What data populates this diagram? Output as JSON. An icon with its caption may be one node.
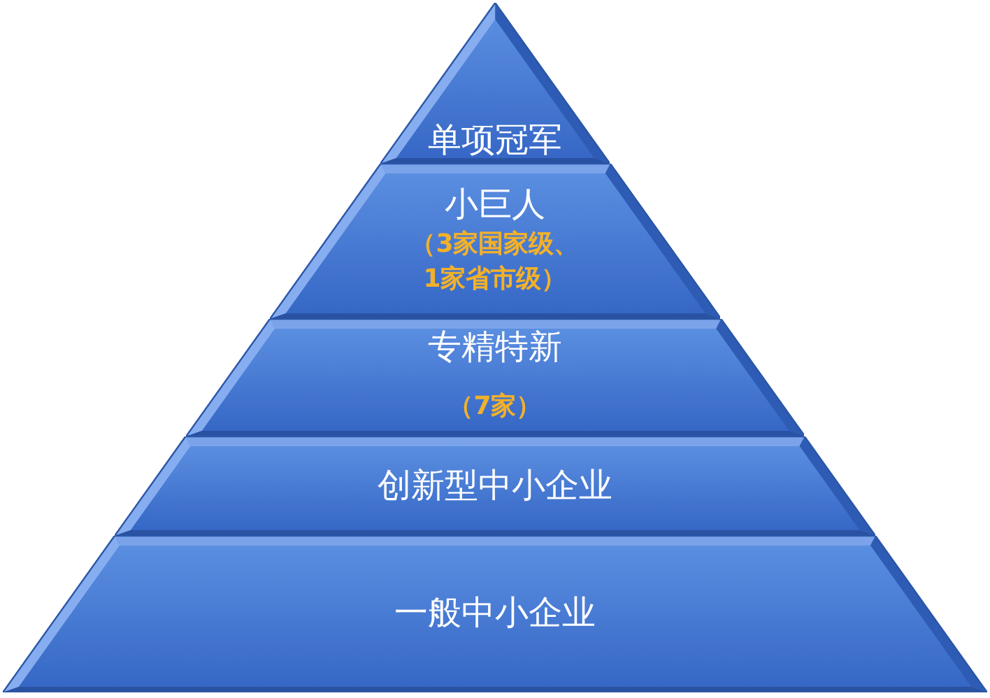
{
  "diagram": {
    "nodes": [
      {
        "text": [
          "单项冠军"
        ]
      },
      {
        "text": [
          "小巨人",
          "（3家国家级、1家省市级）"
        ]
      },
      {
        "text": [
          "专精特新",
          "（7家）"
        ]
      },
      {
        "text": [
          "创新型中小企业"
        ]
      },
      {
        "text": [
          "一般中小企业"
        ]
      }
    ]
  }
}
